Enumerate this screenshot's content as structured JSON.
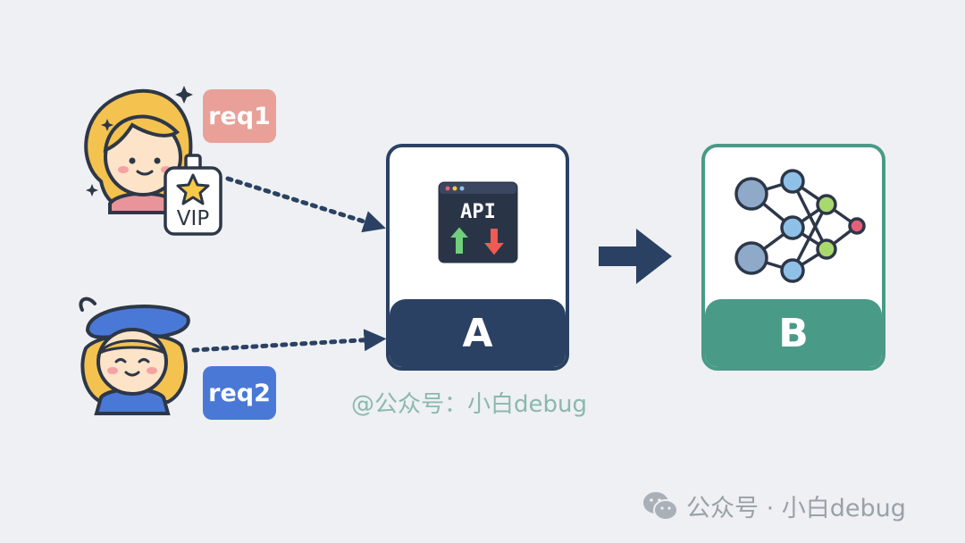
{
  "requests": [
    {
      "label": "req1",
      "color": "#e8a098",
      "badge": "VIP"
    },
    {
      "label": "req2",
      "color": "#4a78d6"
    }
  ],
  "service_a": {
    "label": "A",
    "icon_text": "API",
    "color": "#2a4163"
  },
  "service_b": {
    "label": "B",
    "color": "#4a9a88"
  },
  "watermark_mid": "@公众号：小白debug",
  "watermark_bottom": "公众号 · 小白debug",
  "colors": {
    "background": "#eef0f3",
    "arrow": "#2a4163",
    "network_node_light": "#8fc1e8",
    "network_node_green": "#a9d86e",
    "network_node_pink": "#e3607a"
  }
}
